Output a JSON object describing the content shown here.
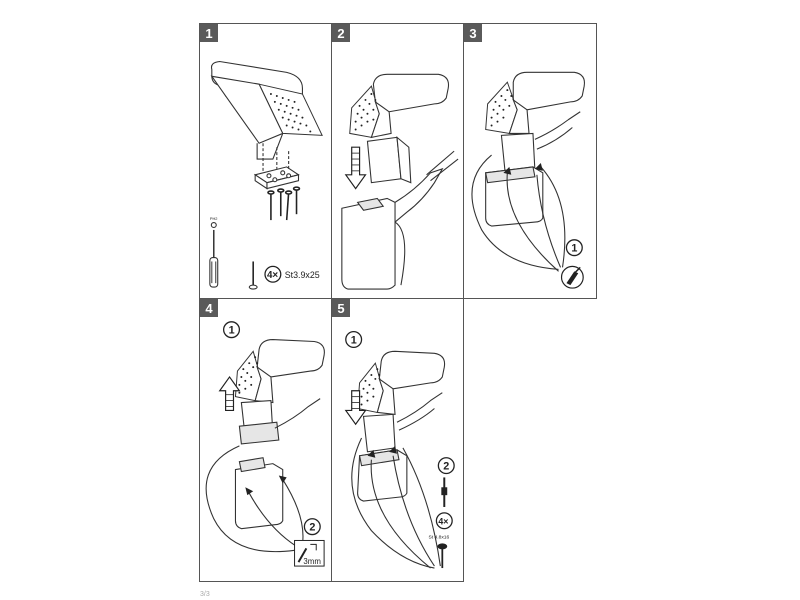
{
  "steps": [
    {
      "number": "1"
    },
    {
      "number": "2"
    },
    {
      "number": "3"
    },
    {
      "number": "4"
    },
    {
      "number": "5"
    }
  ],
  "step1": {
    "screw_count": "4×",
    "screw_spec": "St3.9x25",
    "screwdriver_mark": "PH2"
  },
  "step3": {
    "callout": "1"
  },
  "step4": {
    "callout_top": "1",
    "callout_bottom": "2",
    "drill_size": "3mm"
  },
  "step5": {
    "callout_top": "1",
    "callout_mid": "2",
    "screw_count": "4×",
    "screw_spec": "St 4.8x16"
  },
  "footer": {
    "mark": "3/3"
  }
}
